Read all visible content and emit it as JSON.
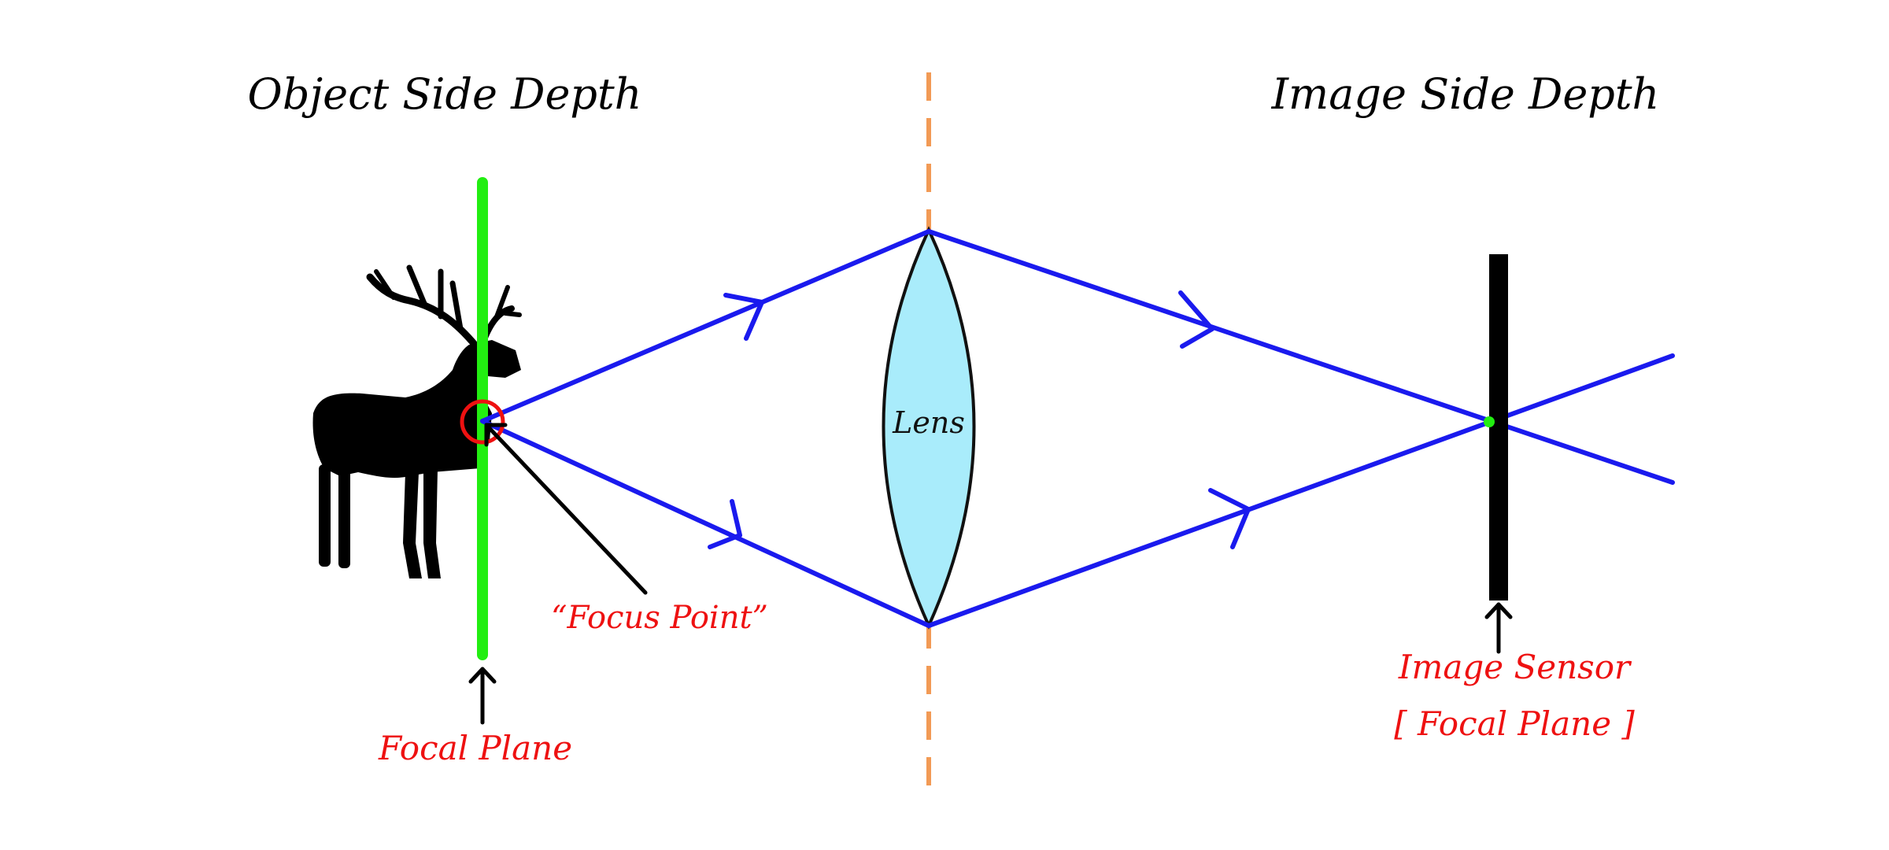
{
  "headings": {
    "object_side": "Object Side Depth",
    "image_side": "Image Side Depth"
  },
  "labels": {
    "lens": "Lens",
    "focus_point": "“Focus Point”",
    "focal_plane": "Focal Plane",
    "image_sensor": "Image Sensor",
    "image_sensor_sub": "[ Focal Plane ]"
  },
  "colors": {
    "ray": "#1a1aee",
    "focal_plane": "#22ee11",
    "optical_axis": "#f29a55",
    "lens_fill": "#a9ecfb",
    "annotation": "#ee1111",
    "sensor": "#000000"
  },
  "icons": {
    "subject": "deer-silhouette"
  }
}
